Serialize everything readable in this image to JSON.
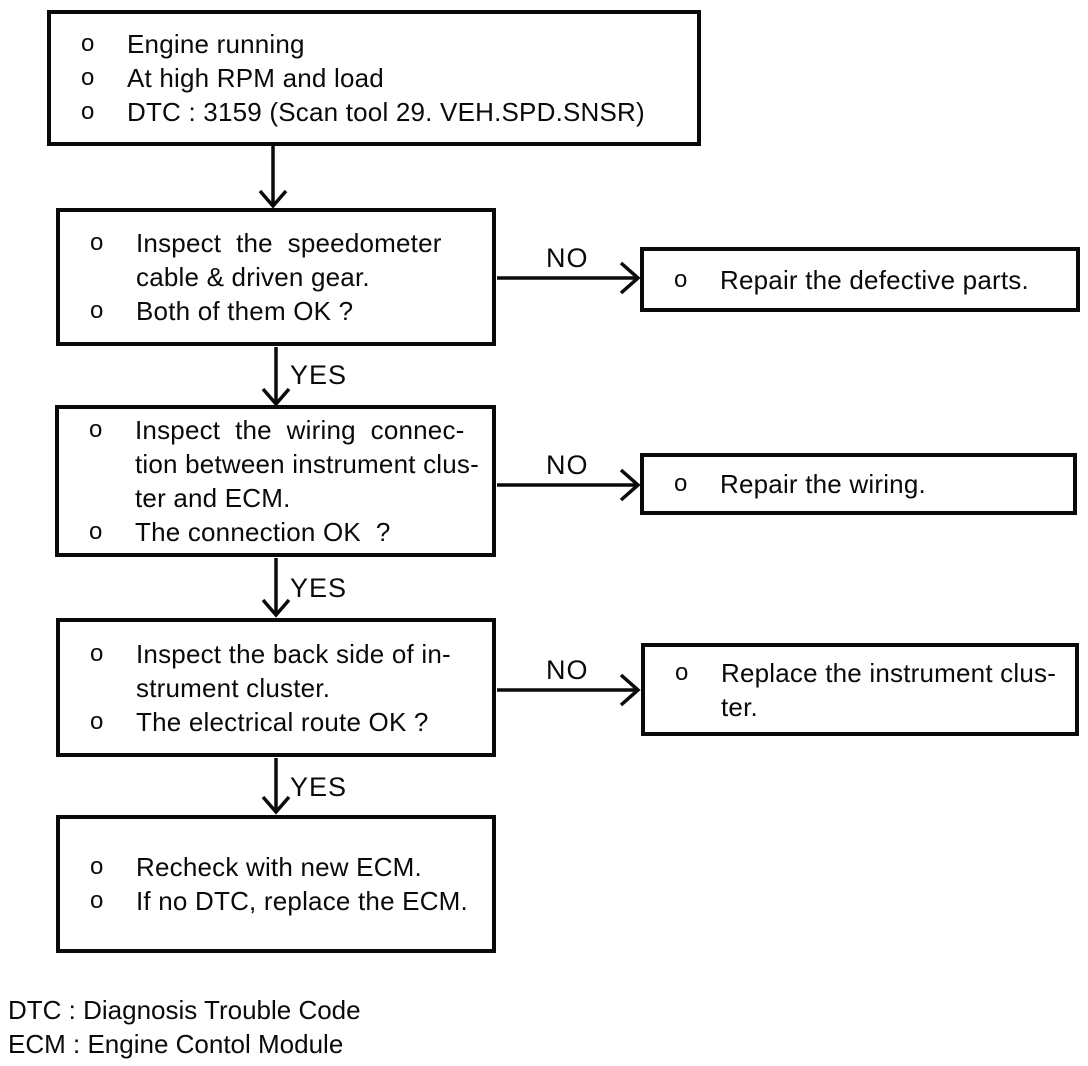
{
  "flowchart": {
    "bullet": "o",
    "labels": {
      "yes": "YES",
      "no": "NO"
    },
    "boxes": {
      "symptom": {
        "items": [
          "Engine running",
          "At high RPM and load",
          "DTC : 3159 (Scan tool 29. VEH.SPD.SNSR)"
        ]
      },
      "step1": {
        "items": [
          "Inspect  the  speedometer\ncable & driven gear.",
          "Both of them OK ?"
        ]
      },
      "repair_parts": {
        "items": [
          "Repair the defective parts."
        ]
      },
      "step2": {
        "items": [
          "Inspect  the  wiring  connec-\ntion between instrument clus-\nter and ECM.",
          "The connection OK  ?"
        ]
      },
      "repair_wiring": {
        "items": [
          "Repair the wiring."
        ]
      },
      "step3": {
        "items": [
          "Inspect the back side of in-\nstrument cluster.",
          "The electrical route OK ?"
        ]
      },
      "replace_cluster": {
        "items": [
          "Replace the instrument clus-\nter."
        ]
      },
      "final": {
        "items": [
          "Recheck with new ECM.",
          "If no DTC, replace the ECM."
        ]
      }
    },
    "legend": [
      "DTC : Diagnosis Trouble Code",
      "ECM : Engine Contol Module"
    ]
  }
}
